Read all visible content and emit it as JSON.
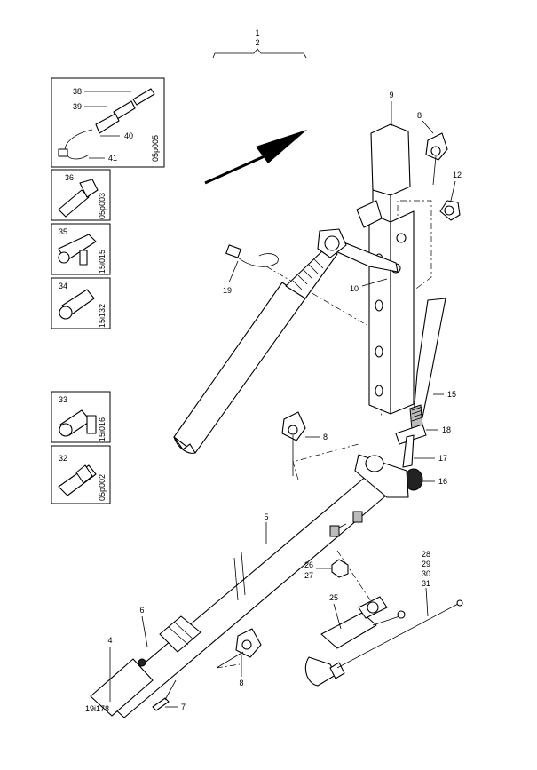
{
  "figure_code": "19i178",
  "assembly": {
    "top": "1",
    "bottom": "2"
  },
  "labels": {
    "p4": "4",
    "p5": "5",
    "p6": "6",
    "p7": "7",
    "p8a": "8",
    "p8b": "8",
    "p8c": "8",
    "p9": "9",
    "p10": "10",
    "p12": "12",
    "p15": "15",
    "p16": "16",
    "p17": "17",
    "p18": "18",
    "p19": "19",
    "p25": "25",
    "p26": "26",
    "p27": "27",
    "p28": "28",
    "p29": "29",
    "p30": "30",
    "p31": "31"
  },
  "insets": [
    {
      "id": "inset-1",
      "code": "05p005",
      "parts": [
        "38",
        "39",
        "40",
        "41"
      ]
    },
    {
      "id": "inset-2",
      "code": "05p003",
      "parts": [
        "36"
      ]
    },
    {
      "id": "inset-3",
      "code": "15i015",
      "parts": [
        "35"
      ]
    },
    {
      "id": "inset-4",
      "code": "15i132",
      "parts": [
        "34"
      ]
    },
    {
      "id": "inset-5",
      "code": "15i016",
      "parts": [
        "33"
      ]
    },
    {
      "id": "inset-6",
      "code": "05p002",
      "parts": [
        "32"
      ]
    }
  ]
}
